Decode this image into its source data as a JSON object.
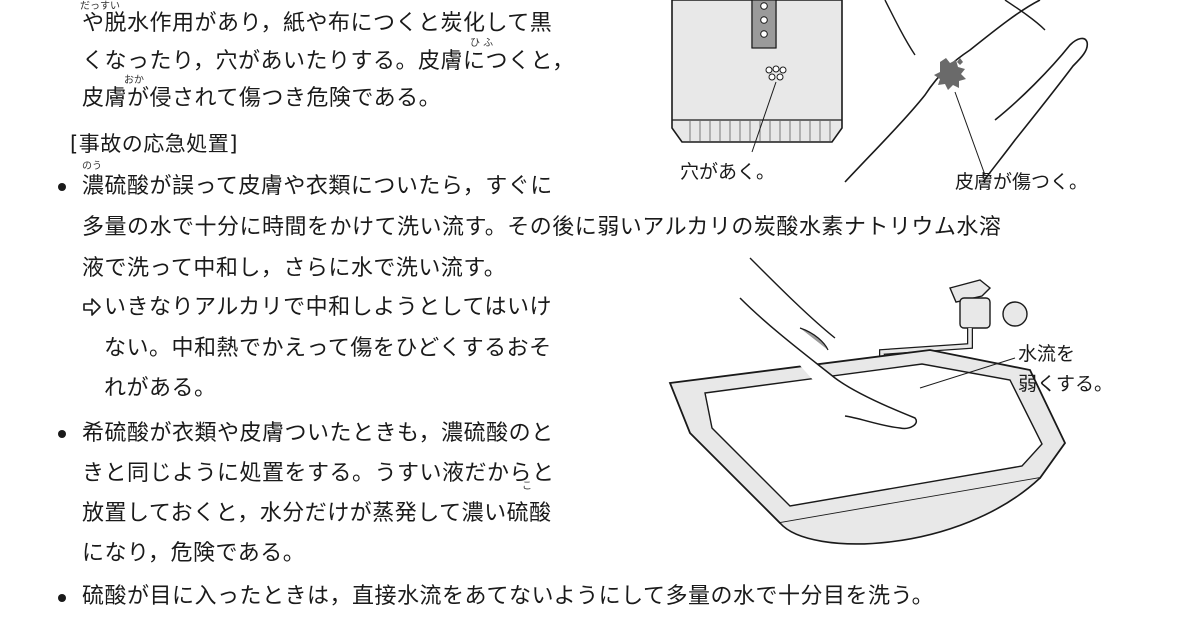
{
  "intro_lines": [
    "や脱水作用があり，紙や布につくと炭化して黒",
    "くなったり，穴があいたりする。皮膚につくと，",
    "皮膚が侵されて傷つき危険である。"
  ],
  "section_heading": "[事故の応急処置]",
  "bullets": [
    {
      "lines": [
        "濃硫酸が誤って皮膚や衣類についたら，すぐに",
        "多量の水で十分に時間をかけて洗い流す。その後に弱いアルカリの炭酸水素ナトリウム水溶",
        "液で洗って中和し，さらに水で洗い流す。"
      ],
      "note_lines": [
        "いきなりアルカリで中和しようとしてはいけ",
        "ない。中和熱でかえって傷をひどくするおそ",
        "れがある。"
      ]
    },
    {
      "lines": [
        "希硫酸が衣類や皮膚ついたときも，濃硫酸のと",
        "きと同じように処置をする。うすい液だからと",
        "放置しておくと，水分だけが蒸発して濃い硫酸",
        "になり，危険である。"
      ]
    },
    {
      "lines": [
        "硫酸が目に入ったときは，直接水流をあてないようにして多量の水で十分目を洗う。"
      ]
    }
  ],
  "furigana": {
    "dassui": "だっすい",
    "hifu": "ひ ふ",
    "okasa": "おか",
    "nou": "のう",
    "ko": "こ"
  },
  "captions": {
    "hole": "穴があく。",
    "skin": "皮膚が傷つく。",
    "water_line1": "水流を",
    "water_line2": "弱くする。"
  },
  "icons": {
    "note_arrow": "hollow-right-arrow-icon",
    "bullet": "bullet-dot-icon"
  },
  "colors": {
    "ink": "#1a1a1a",
    "illustration_fill": "#e8e8e8",
    "illustration_dark": "#9a9a9a",
    "burn": "#6a6a6a"
  }
}
